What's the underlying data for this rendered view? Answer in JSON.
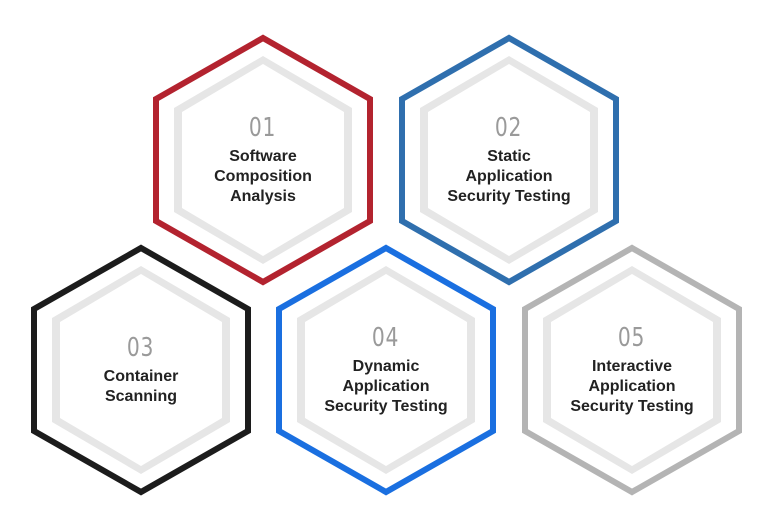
{
  "hexagons": [
    {
      "number": "01",
      "label_lines": [
        "Software",
        "Composition",
        "Analysis"
      ],
      "border_color": "#b3232f"
    },
    {
      "number": "02",
      "label_lines": [
        "Static",
        "Application",
        "Security Testing"
      ],
      "border_color": "#2f6fae"
    },
    {
      "number": "03",
      "label_lines": [
        "Container",
        "Scanning"
      ],
      "border_color": "#1c1c1c"
    },
    {
      "number": "04",
      "label_lines": [
        "Dynamic",
        "Application",
        "Security Testing"
      ],
      "border_color": "#1a6fe0"
    },
    {
      "number": "05",
      "label_lines": [
        "Interactive",
        "Application",
        "Security Testing"
      ],
      "border_color": "#b4b4b4"
    }
  ],
  "colors": {
    "number_text": "#9a9a9a",
    "label_text": "#222222",
    "inner_fill": "#ffffff",
    "inner_shadow": "#e6e6e6"
  }
}
